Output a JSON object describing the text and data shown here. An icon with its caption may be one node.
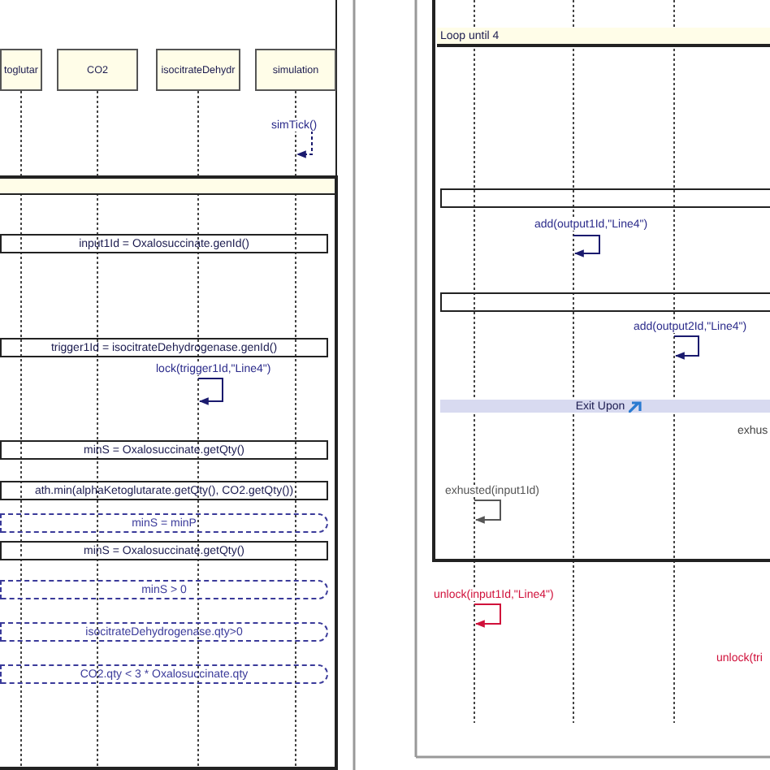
{
  "diagram": {
    "nodes": [
      {
        "text": [
          "toglutar"
        ]
      },
      {
        "text": [
          "CO2"
        ]
      },
      {
        "text": [
          "isocitrateDehydr"
        ]
      },
      {
        "text": [
          "simulation"
        ]
      },
      {
        "text": [],
        "shape": "line"
      },
      {
        "text": [],
        "shape": "line"
      },
      {
        "text": [],
        "shape": "line"
      },
      {
        "text": [],
        "shape": "line"
      },
      {
        "text": [],
        "shape": "box"
      },
      {
        "text": [
          "input1Id = Oxalosuccinate.genId()"
        ],
        "in": 8
      },
      {
        "text": [
          "trigger1Id = isocitrateDehydrogenase.genId()"
        ],
        "in": 8
      },
      {
        "text": [
          "minS = Oxalosuccinate.getQty()"
        ],
        "in": 8
      },
      {
        "text": [
          "ath.min(alphaKetoglutarate.getQty(), CO2.getQty())"
        ],
        "in": 8
      },
      {
        "text": [
          "minS = minP"
        ],
        "in": 8
      },
      {
        "text": [
          "minS = Oxalosuccinate.getQty()"
        ],
        "in": 8
      },
      {
        "text": [
          "minS > 0"
        ],
        "in": 8
      },
      {
        "text": [
          "isocitrateDehydrogenase.qty>0"
        ],
        "in": 8
      },
      {
        "text": [
          "CO2.qty < 3 * Oxalosuccinate.qty"
        ],
        "in": 8
      },
      {
        "text": [],
        "shape": "box"
      },
      {
        "text": [
          "Loop until 4"
        ],
        "in": 18
      },
      {
        "text": [],
        "shape": "box",
        "in": 18
      },
      {
        "text": [],
        "shape": "box",
        "in": 18
      },
      {
        "text": [
          "Exit Upon"
        ],
        "in": 18
      },
      {
        "text": [],
        "shape": "line"
      },
      {
        "text": [],
        "shape": "line"
      },
      {
        "text": [],
        "shape": "line"
      }
    ],
    "edges": [
      {
        "from": 7,
        "to": 7,
        "arrow": "to",
        "label": "simTick()",
        "style": "dashed"
      },
      {
        "from": 6,
        "to": 6,
        "arrow": "to",
        "label": "lock(trigger1Id,\"Line4\")"
      },
      {
        "from": 24,
        "to": 24,
        "arrow": "to",
        "label": "add(output1Id,\"Line4\")"
      },
      {
        "from": 25,
        "to": 25,
        "arrow": "to",
        "label": "add(output2Id,\"Line4\")"
      },
      {
        "from": 23,
        "to": 23,
        "arrow": "to",
        "label": "exhusted(input1Id)",
        "color": "#555555"
      },
      {
        "from": 23,
        "to": 23,
        "arrow": "to",
        "label": "unlock(input1Id,\"Line4\")",
        "color": "#d0103a"
      }
    ],
    "labels": [
      "exhus",
      "unlock(tri"
    ]
  }
}
